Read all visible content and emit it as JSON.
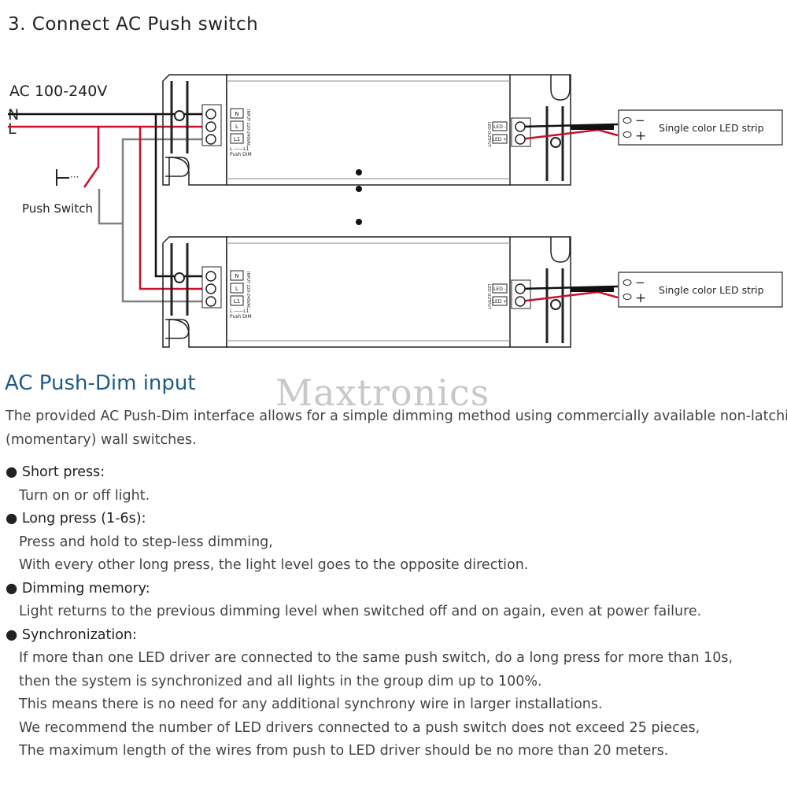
{
  "title": "3. Connect AC Push switch",
  "diagram": {
    "ac_label": "AC 100-240V",
    "n_label": "N",
    "l_label": "L",
    "push_switch": "Push Switch",
    "term_n": "N",
    "term_l": "L",
    "term_l1": "L1",
    "input_text": "INPUT",
    "input_volt": "220-240VAC",
    "pushdim_1": "L ——L1",
    "pushdim_2": "Push DIM",
    "led_output": "LED OUTPUT",
    "led_minus": "LED -",
    "led_plus": "LED +",
    "strip_label": "Single color LED strip",
    "minus": "−",
    "plus": "+",
    "colors": {
      "live": "#c8102e",
      "neutral": "#111111",
      "dim": "#808080"
    }
  },
  "heading": "AC Push-Dim input",
  "watermark": "Maxtronics",
  "intro": [
    "The provided AC Push-Dim interface allows for a simple dimming method using commercially available non-latching",
    "(momentary) wall switches."
  ],
  "bullets": [
    {
      "title": "● Short press:",
      "lines": [
        "Turn on or off light."
      ]
    },
    {
      "title": "● Long press (1-6s):",
      "lines": [
        "Press and hold to step-less dimming,",
        "With every other long press, the light level goes to the opposite direction."
      ]
    },
    {
      "title": "● Dimming memory:",
      "lines": [
        "Light returns to the previous dimming level when switched off and on again, even at power failure."
      ]
    },
    {
      "title": "●  Synchronization:",
      "lines": [
        "If more than one LED driver are connected to the same push switch, do a long press for more than 10s,",
        "then the system is synchronized and all lights in the group dim up to 100%.",
        "This means there is no need for any additional synchrony wire in larger installations.",
        "We recommend the number of LED drivers connected to a push switch does not exceed 25 pieces,",
        "The maximum length of the wires from push to LED driver should be no more than 20 meters."
      ]
    }
  ]
}
